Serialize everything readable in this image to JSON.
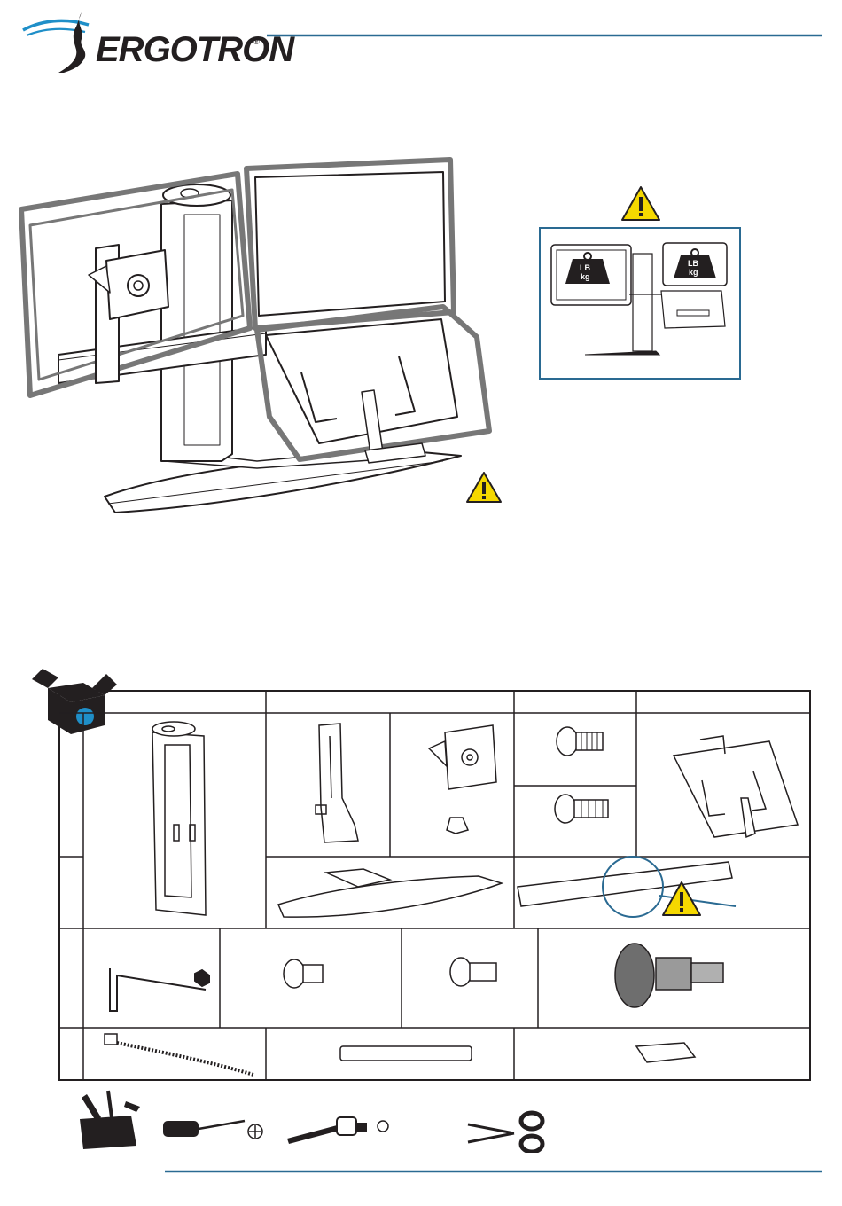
{
  "header": {
    "brand_name": "ERGOTRON",
    "registered_mark": "®",
    "accent_color": "#2a6a92",
    "logo_color": "#1f8fc8"
  },
  "warning_callout": {
    "weight_icon_text": [
      "LB",
      "kg"
    ]
  },
  "icons": {
    "warning": "warning-triangle-icon",
    "package": "package-box-icon",
    "toolbox": "toolbox-icon",
    "tools": [
      "phillips-screwdriver-icon",
      "socket-wrench-icon",
      "scissors-icon"
    ]
  },
  "colors": {
    "warning_yellow": "#f5d800",
    "callout_border": "#2a6a92",
    "outline": "#231f20"
  }
}
